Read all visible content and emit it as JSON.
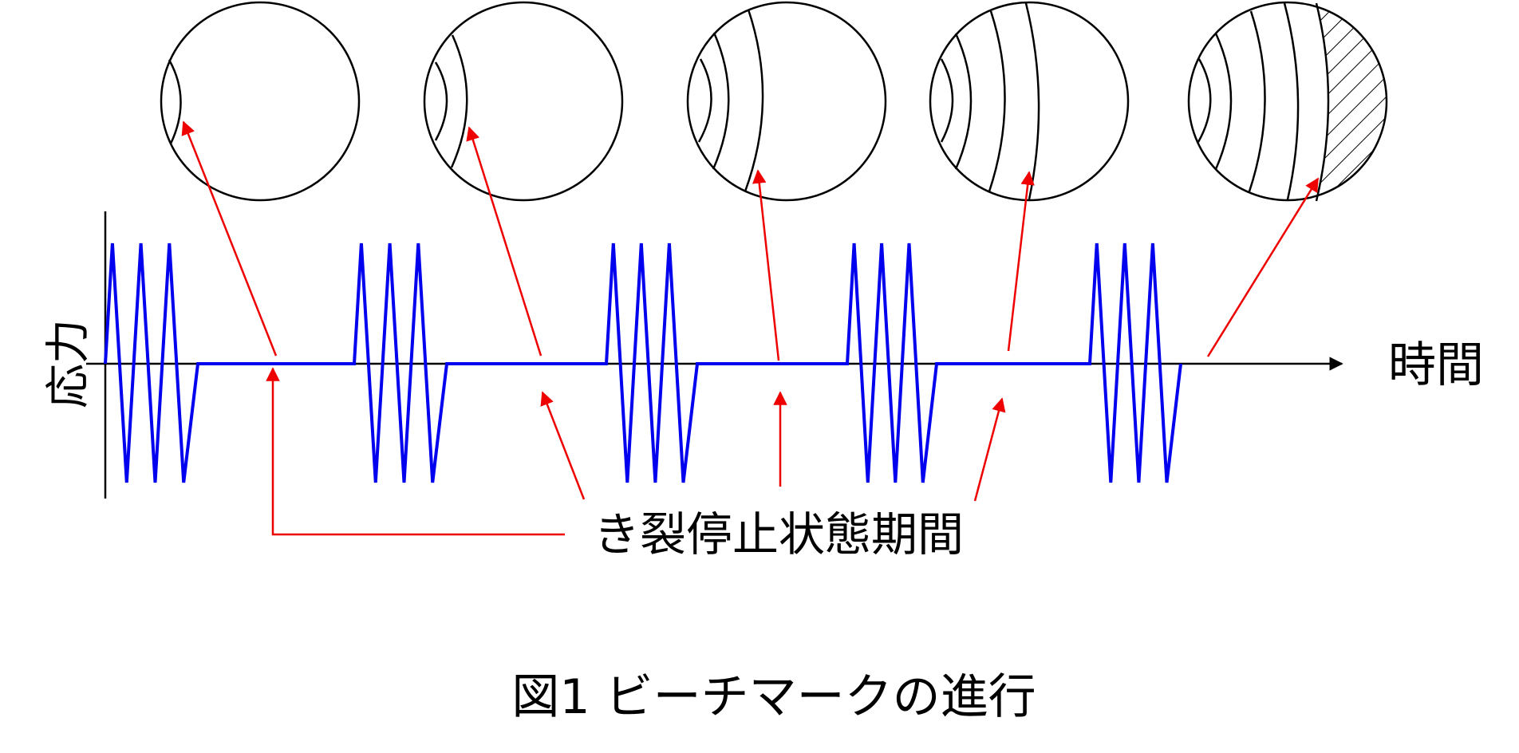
{
  "labels": {
    "y_axis": "応力",
    "x_axis": "時間",
    "arrest_period": "き裂停止状態期間",
    "caption": "図1  ビーチマークの進行"
  },
  "colors": {
    "stress_wave": "#0000ee",
    "arrow": "#ee0000",
    "axis": "#000000",
    "outline": "#000000"
  },
  "stages": [
    {
      "beach_marks": 1,
      "final_fracture": false
    },
    {
      "beach_marks": 2,
      "final_fracture": false
    },
    {
      "beach_marks": 3,
      "final_fracture": false
    },
    {
      "beach_marks": 4,
      "final_fracture": false
    },
    {
      "beach_marks": 5,
      "final_fracture": true
    }
  ],
  "stress_wave": {
    "cycles_per_block": 3,
    "blocks": 5
  }
}
